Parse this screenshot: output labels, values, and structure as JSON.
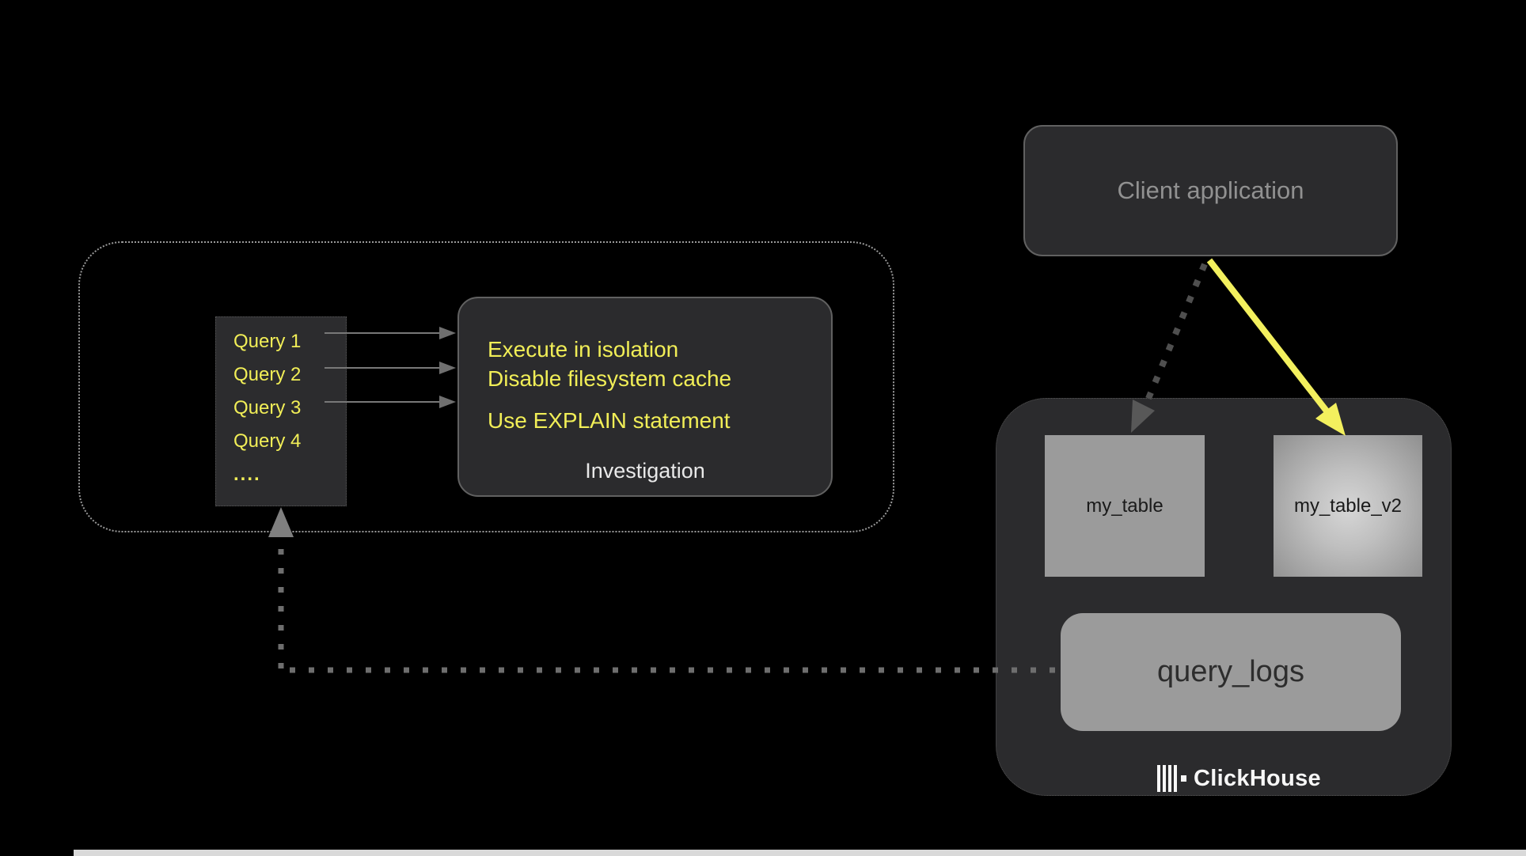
{
  "client": {
    "label": "Client application"
  },
  "workbench": {
    "queries": {
      "items": [
        "Query 1",
        "Query 2",
        "Query 3",
        "Query 4",
        "...."
      ]
    },
    "investigation": {
      "tips": [
        "Execute in isolation",
        "Disable filesystem cache",
        "Use EXPLAIN statement"
      ],
      "label": "Investigation"
    }
  },
  "clickhouse": {
    "table1": "my_table",
    "table2": "my_table_v2",
    "query_logs": "query_logs",
    "brand": "ClickHouse"
  },
  "colors": {
    "background": "#000000",
    "panel_dark": "#2b2b2d",
    "panel_gray": "#9b9b9b",
    "accent_yellow": "#f1ee57",
    "arrow_yellow": "#f3f05e",
    "text_gray": "#919191",
    "text_white": "#e9e9e9",
    "text_dark": "#1a1a1a",
    "dotted_gray": "#6e6e6e",
    "dark_dotted_gray": "#4f4f4f",
    "border_gray": "#616161",
    "group_border": "#9a9a9a",
    "bottom_strip": "#d9d9d9"
  }
}
